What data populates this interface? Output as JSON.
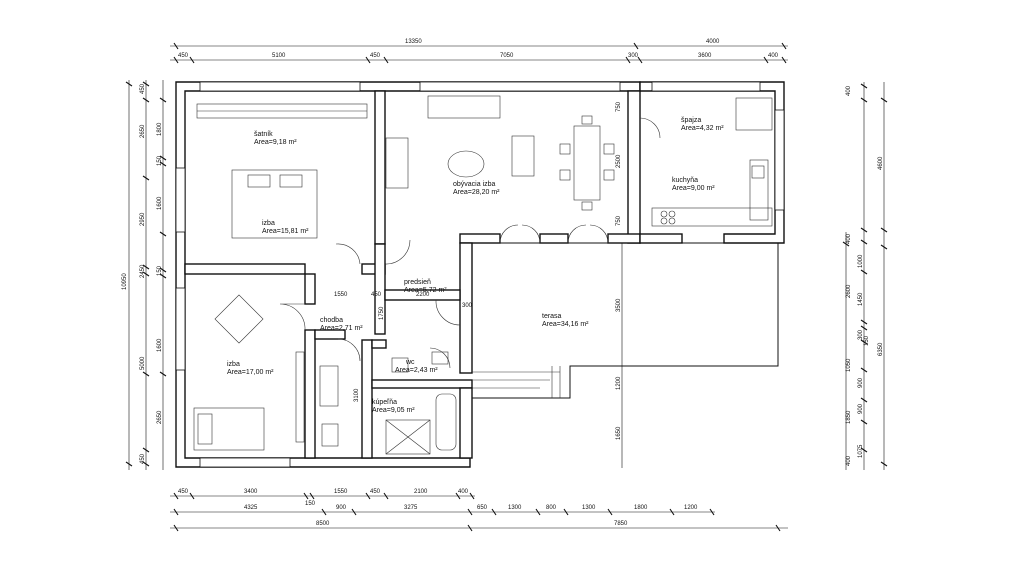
{
  "rooms": {
    "satnik": {
      "name": "šatník",
      "area": "Area=9,18 m²"
    },
    "izba1": {
      "name": "izba",
      "area": "Area=15,81 m²"
    },
    "izba2": {
      "name": "izba",
      "area": "Area=17,00 m²"
    },
    "obyvacia": {
      "name": "obývacia izba",
      "area": "Area=28,20 m²"
    },
    "spajza": {
      "name": "špajza",
      "area": "Area=4,32 m²"
    },
    "kuchyna": {
      "name": "kuchyňa",
      "area": "Area=9,00 m²"
    },
    "predsien": {
      "name": "predsieň",
      "area": "Area=5,72 m²"
    },
    "chodba": {
      "name": "chodba",
      "area": "Area=2,71 m²"
    },
    "wc": {
      "name": "wc",
      "area": "Area=2,43 m²"
    },
    "kupelna": {
      "name": "kúpeľňa",
      "area": "Area=9,05 m²"
    },
    "terasa": {
      "name": "terasa",
      "area": "Area=34,16 m²"
    }
  },
  "dims": {
    "top_total": "13350",
    "top_right": "4000",
    "top_450a": "450",
    "top_5100": "5100",
    "top_450b": "450",
    "top_7050": "7050",
    "top_300": "300",
    "top_3600": "3600",
    "top_400": "400",
    "left_total": "10950",
    "left_450a": "450",
    "left_2650a": "2650",
    "left_1800": "1800",
    "left_150a": "150",
    "left_1600a": "1600",
    "left_2950": "2950",
    "left_150b": "150",
    "left_2450": "2450",
    "left_1600b": "1600",
    "left_5000": "5000",
    "left_2650b": "2650",
    "left_450b": "450",
    "int_1550": "1550",
    "int_450": "450",
    "int_2200": "2200",
    "int_1750": "1750",
    "int_300": "300",
    "int_3100": "3100",
    "int_750a": "750",
    "int_2500": "2500",
    "int_750b": "750",
    "int_3500": "3500",
    "int_1200": "1200",
    "int_1650": "1650",
    "right_400a": "400",
    "right_4600": "4600",
    "right_400b": "400",
    "right_1000": "1000",
    "right_2600": "2600",
    "right_1450": "1450",
    "right_300": "300",
    "right_150": "150",
    "right_6350": "6350",
    "right_1050": "1050",
    "right_900a": "900",
    "right_1850": "1850",
    "right_900b": "900",
    "right_1075": "1075",
    "right_400c": "400",
    "bot1_450a": "450",
    "bot1_3400": "3400",
    "bot1_1550": "1550",
    "bot1_450b": "450",
    "bot1_2100": "2100",
    "bot1_400": "400",
    "bot1_150": "150",
    "bot2_4325": "4325",
    "bot2_900a": "900",
    "bot2_3275": "3275",
    "bot2_650": "650",
    "bot2_1300a": "1300",
    "bot2_800": "800",
    "bot2_1300b": "1300",
    "bot2_1800": "1800",
    "bot2_1200": "1200",
    "bot3_8500": "8500",
    "bot3_7850": "7850"
  }
}
